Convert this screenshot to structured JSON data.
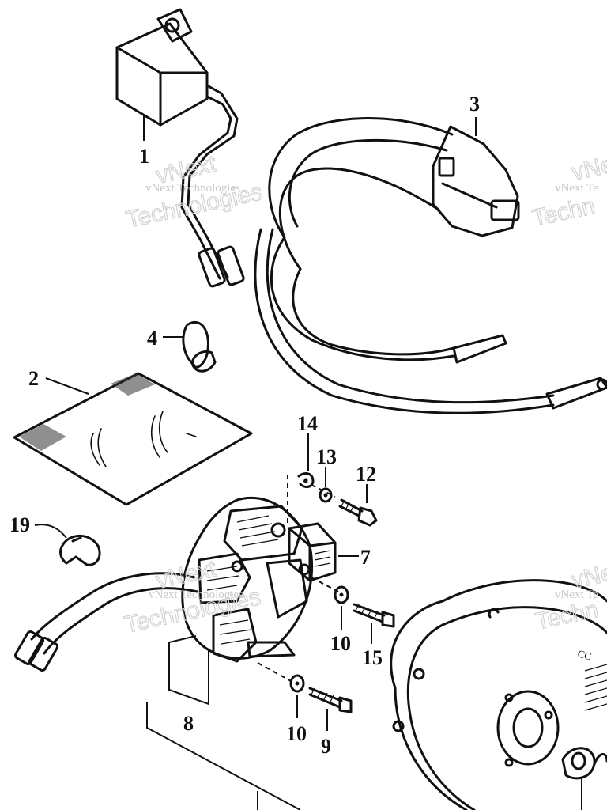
{
  "callouts": {
    "c1": "1",
    "c2": "2",
    "c3": "3",
    "c4": "4",
    "c7": "7",
    "c8": "8",
    "c9": "9",
    "c10a": "10",
    "c10b": "10",
    "c12": "12",
    "c13": "13",
    "c14": "14",
    "c15": "15",
    "c19": "19"
  },
  "watermarks": {
    "company": "vNext Technologies",
    "short": "vNext",
    "word": "Technologies",
    "cut_company": "vNext Te",
    "cut_word": "Techn"
  },
  "flywheel_mark": "CC"
}
